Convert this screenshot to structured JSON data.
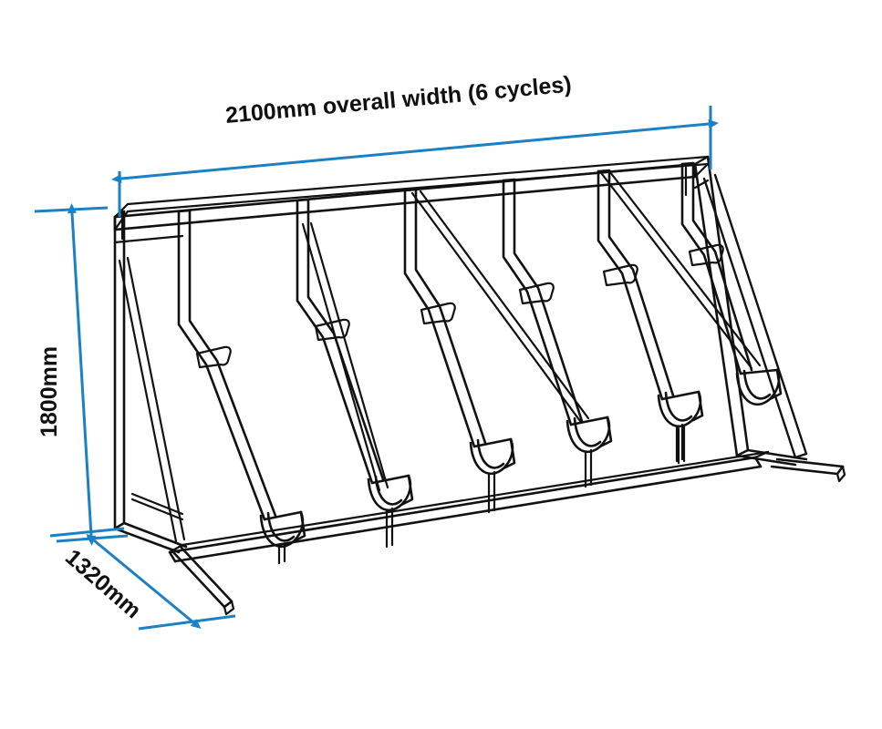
{
  "drawing": {
    "title": "Semi-vertical cycle rack isometric dimensioned drawing",
    "background_color": "#ffffff",
    "line_color": "#111111",
    "dimension_color": "#1b81c4",
    "capacity_label": "6 cycles",
    "product_type": "semi-vertical cycle rack",
    "bay_count": 6
  },
  "dimensions": {
    "width": {
      "label": "2100mm overall width (6 cycles)",
      "value": 2100,
      "unit": "mm",
      "axis": "width",
      "orientation": "horizontal-top",
      "rotation_deg": -4.2
    },
    "height": {
      "label": "1800mm",
      "value": 1800,
      "unit": "mm",
      "axis": "height",
      "orientation": "vertical-left",
      "rotation_deg": -90
    },
    "depth": {
      "label": "1320mm",
      "value": 1320,
      "unit": "mm",
      "axis": "depth",
      "orientation": "diagonal-bottom-left",
      "rotation_deg": 41
    }
  },
  "components": {
    "top_rail": "top-rail",
    "base_rail": "base-rail",
    "bike_bars": "vertical-bike-bar",
    "wheel_cradles": "wheel-cradle",
    "hook_tabs": "hook-tab",
    "diagonal_braces": "diagonal-brace",
    "end_frame_left": "left-end-frame",
    "end_frame_right": "right-end-frame",
    "feet": "floor-foot"
  }
}
